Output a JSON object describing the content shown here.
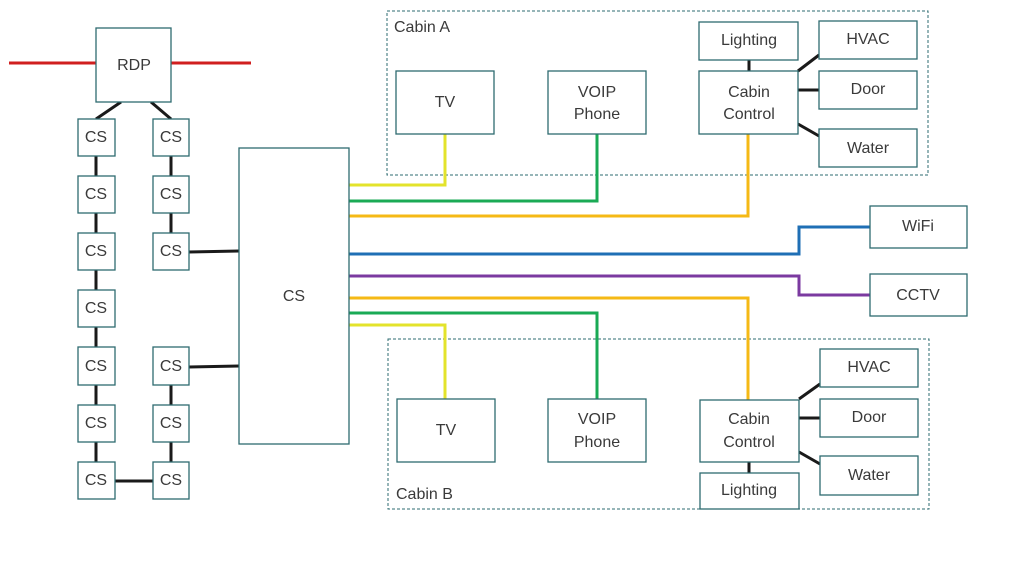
{
  "colors": {
    "ring": "#d01f1f",
    "black": "#1a1a1a",
    "tv": "#e3e32b",
    "voip": "#1aaa55",
    "control": "#f5b915",
    "wifi": "#1f6fb5",
    "cctv": "#7b3aa0",
    "box_stroke": "#2e6b70"
  },
  "labels": {
    "rdp": "RDP",
    "cs": "CS",
    "cabin_a": "Cabin A",
    "cabin_b": "Cabin B",
    "tv": "TV",
    "voip_line1": "VOIP",
    "voip_line2": "Phone",
    "control_line1": "Cabin",
    "control_line2": "Control",
    "lighting": "Lighting",
    "hvac": "HVAC",
    "door": "Door",
    "water": "Water",
    "wifi": "WiFi",
    "cctv": "CCTV"
  }
}
